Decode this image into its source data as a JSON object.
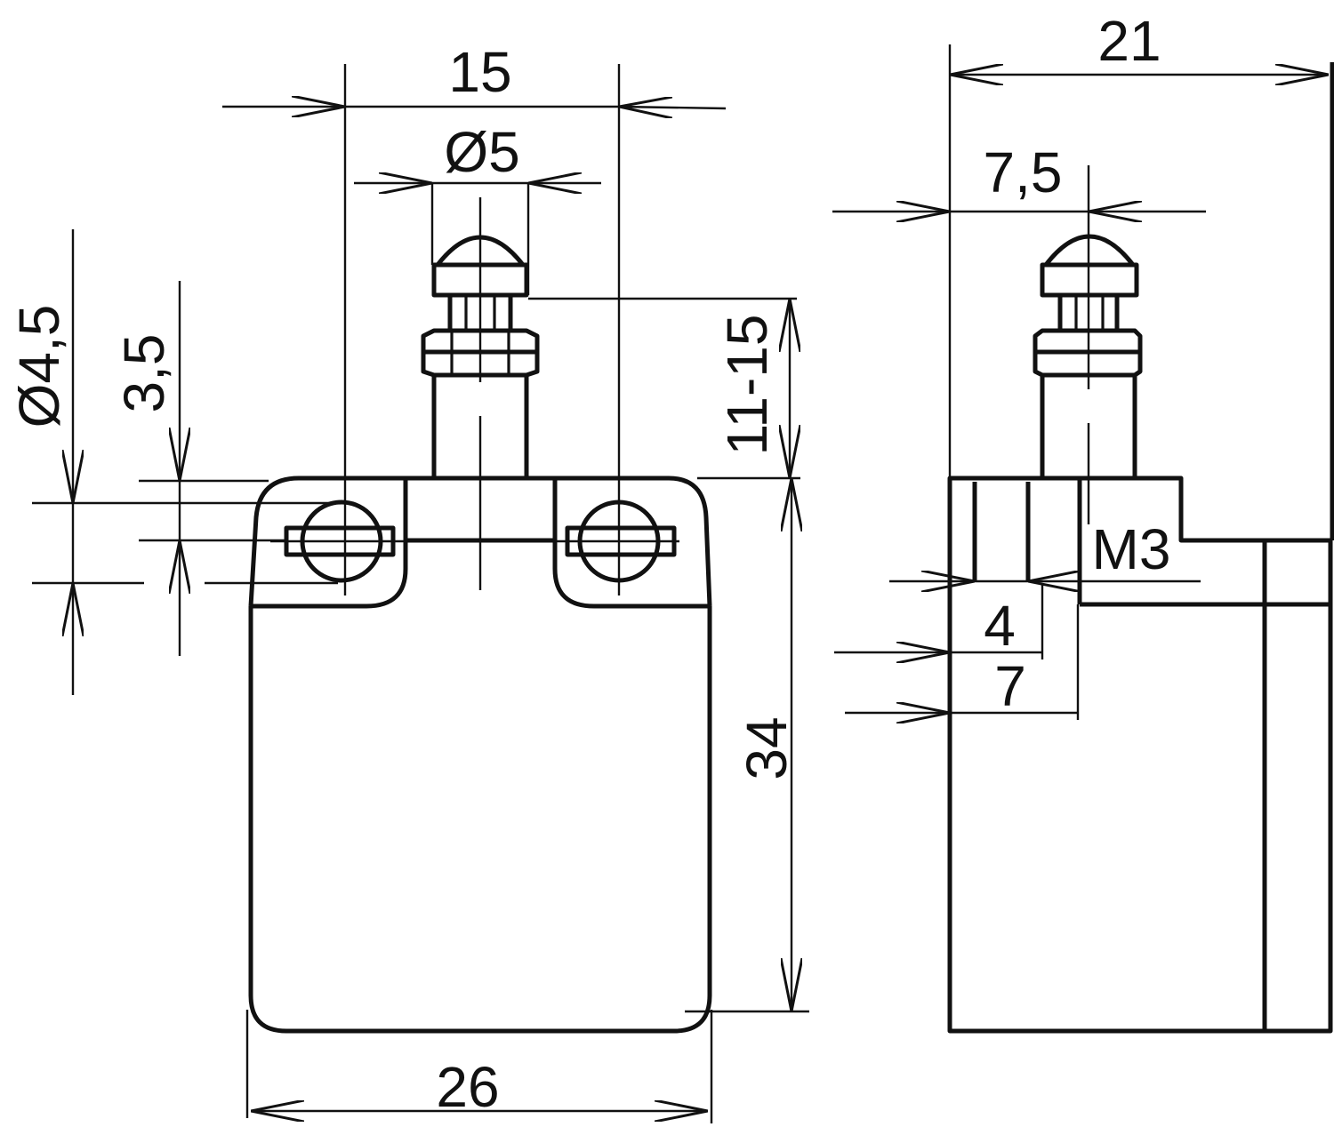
{
  "front_view": {
    "dims": {
      "mount_spacing": "15",
      "plunger_diameter": "Ø5",
      "hole_diameter": "Ø4,5",
      "hole_offset": "3,5",
      "stroke_range": "11-15",
      "body_height": "34",
      "body_width": "26"
    }
  },
  "side_view": {
    "dims": {
      "overall_depth": "21",
      "plunger_offset": "7,5",
      "thread": "M3",
      "thread_depth_a": "4",
      "thread_depth_b": "7"
    }
  }
}
